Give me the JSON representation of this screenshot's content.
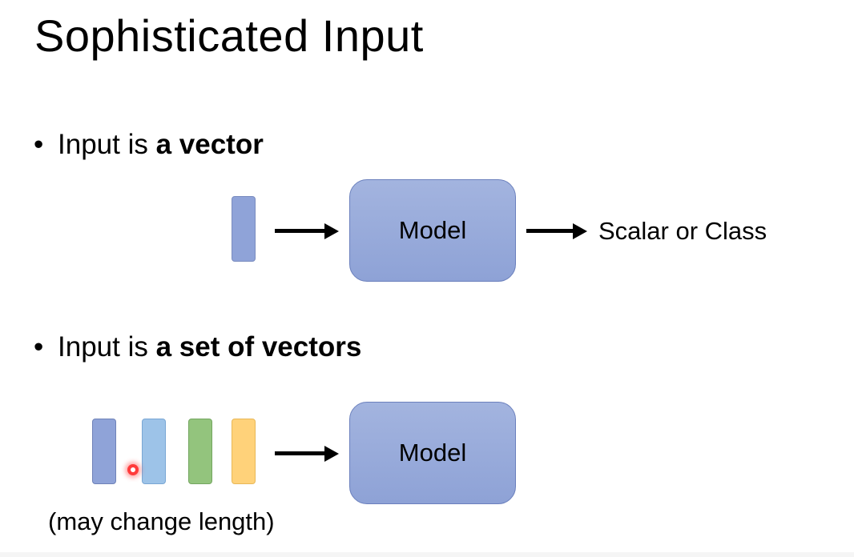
{
  "slide": {
    "title": "Sophisticated Input"
  },
  "bullet1": {
    "prefix": "Input is ",
    "emphasis": "a vector"
  },
  "bullet2": {
    "prefix": "Input is ",
    "emphasis": "a set of vectors"
  },
  "diagram1": {
    "model_label": "Model",
    "output_label": "Scalar or Class",
    "vector_color": "#8fa3d8"
  },
  "diagram2": {
    "model_label": "Model",
    "note": "(may change length)",
    "vector_colors": [
      "#8fa3d8",
      "#9dc3e8",
      "#93c47d",
      "#ffd27a"
    ]
  },
  "colors": {
    "model_fill": "#97aadb",
    "model_border": "#6b80bd",
    "arrow": "#000000",
    "cursor": "#ff3b3b"
  },
  "icons": {
    "bullet": "bullet-dot-icon",
    "arrow": "right-arrow-icon",
    "cursor": "laser-pointer-icon"
  }
}
